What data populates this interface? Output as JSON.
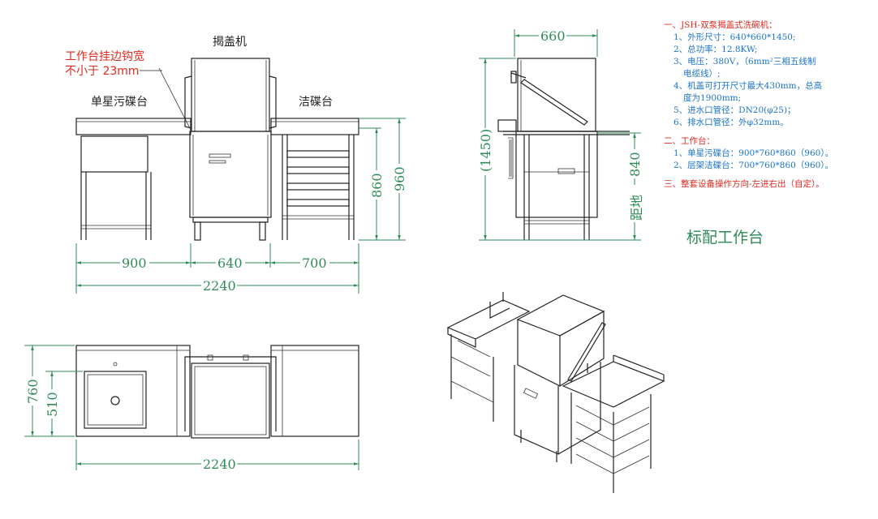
{
  "labels": {
    "hood_machine": "揭盖机",
    "hook_note_line1": "工作台挂边钩宽",
    "hook_note_line2": "不小于 23mm",
    "soiled_table": "单星污碟台",
    "clean_table": "洁碟台"
  },
  "dimensions": {
    "front_w1": "900",
    "front_w2": "640",
    "front_w3": "700",
    "front_total": "2240",
    "front_h1": "860",
    "front_h2": "960",
    "side_width": "660",
    "side_height": "(1450)",
    "side_floor": "840",
    "side_floor_label": "距地",
    "top_depth1": "760",
    "top_depth2": "510",
    "top_total": "2240"
  },
  "specs": {
    "sec1_title": "一、JSH-双泵揭盖式洗碗机：",
    "sec1_items": [
      "1、外形尺寸：640*660*1450;",
      "2、总功率：12.8KW;",
      "3、电压：380V，（6mm²三相五线制",
      "电缆线）;",
      "4、机盖可打开尺寸最大430mm，总高",
      "度为1900mm;",
      "5、进水口管径：DN20(φ25)；",
      "6、排水口管径：外φ32mm。"
    ],
    "sec2_title": "二、工作台：",
    "sec2_items": [
      "1、单星污碟台：900*760*860（960）。",
      "2、层架洁碟台：700*760*860（960）。"
    ],
    "sec3_title": "三、整套设备操作方向-左进右出（自定）。"
  },
  "standard_label": "标配工作台",
  "colors": {
    "dimension": "#2e8b57",
    "note_red": "#e0281e",
    "spec_blue": "#1a73c8",
    "line": "#222222"
  }
}
